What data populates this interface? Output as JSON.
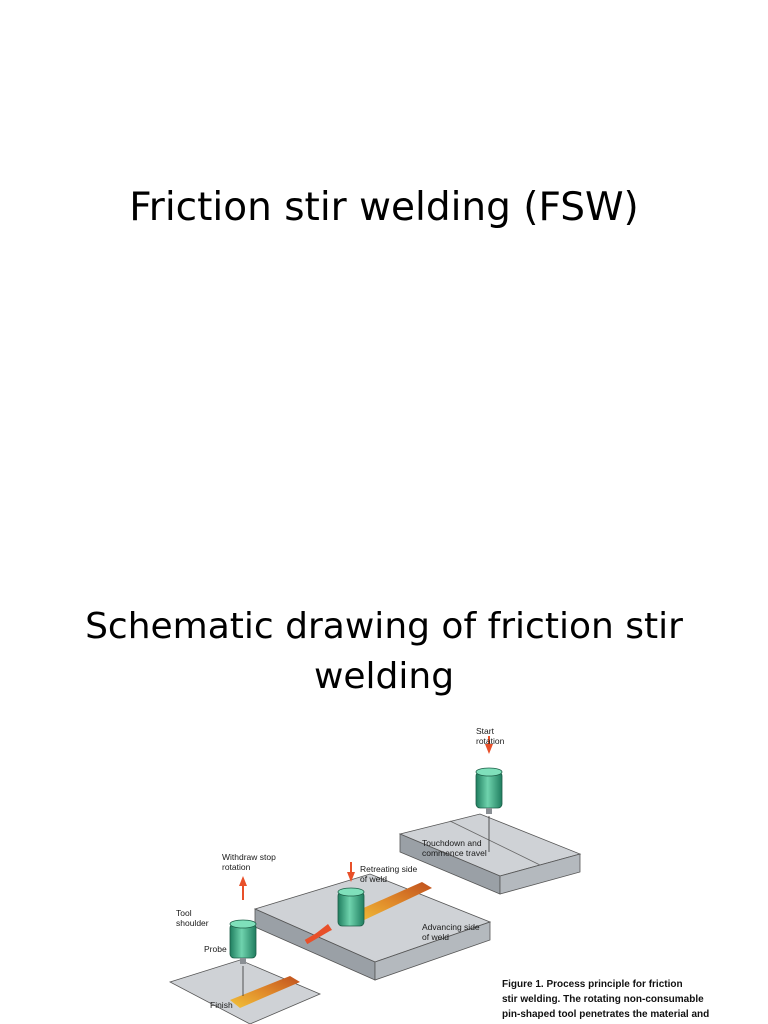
{
  "slide1": {
    "title": "Friction stir welding (FSW)"
  },
  "slide2": {
    "title_line1": "Schematic drawing of friction stir",
    "title_line2": "welding",
    "figure": {
      "labels": {
        "start_rotation": "Start rotation",
        "touchdown": "Touchdown and commence travel",
        "withdraw": "Withdraw stop rotation",
        "tool_shoulder": "Tool shoulder",
        "probe": "Probe",
        "retreating": "Retreating side of weld",
        "advancing": "Advancing side of weld",
        "finish": "Finish"
      },
      "caption_line1": "Figure 1. Process principle for friction",
      "caption_line2": "stir welding. The rotating non-consumable",
      "caption_line3": "pin-shaped tool penetrates the material and"
    }
  },
  "colors": {
    "tool": "#3fae8a",
    "arrow": "#e8502a",
    "plate": "#c9ccd0",
    "weld": "#e08a2a"
  }
}
